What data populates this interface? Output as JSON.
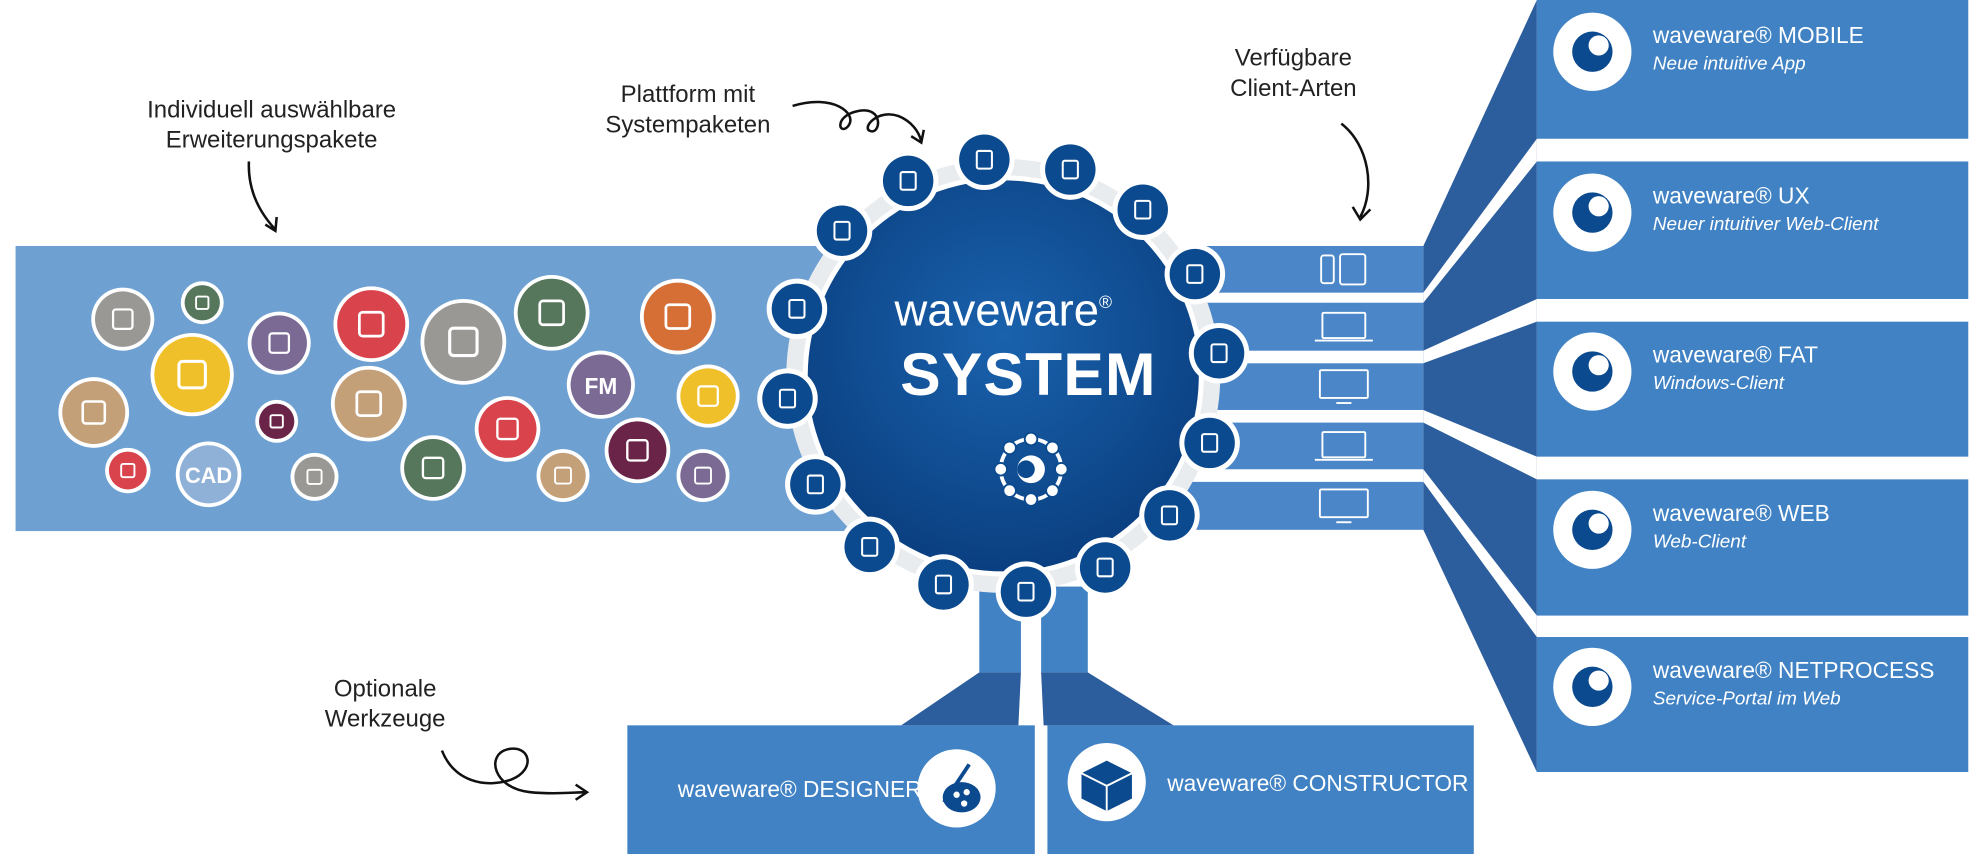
{
  "annotations": {
    "extensions": [
      "Individuell auswählbare",
      "Erweiterungspakete"
    ],
    "platform": [
      "Plattform mit",
      "Systempaketen"
    ],
    "clients": [
      "Verfügbare",
      "Client-Arten"
    ],
    "tools": [
      "Optionale",
      "Werkzeuge"
    ]
  },
  "center": {
    "brand": "waveware",
    "reg": "®",
    "title": "SYSTEM"
  },
  "clients": [
    {
      "title": "waveware® MOBILE",
      "subtitle": "Neue intuitive App",
      "icon": "wave-app-icon"
    },
    {
      "title": "waveware® UX",
      "subtitle": "Neuer intuitiver Web-Client",
      "icon": "ux-logo-icon"
    },
    {
      "title": "waveware® FAT",
      "subtitle": "Windows-Client",
      "icon": "windows-app-icon"
    },
    {
      "title": "waveware® WEB",
      "subtitle": "Web-Client",
      "icon": "globe-icon"
    },
    {
      "title": "waveware® NETPROCESS",
      "subtitle": "Service-Portal im Web",
      "icon": "netprocess-logo-icon"
    }
  ],
  "tools": [
    {
      "title": "waveware® DESIGNER",
      "icon": "brush-palette-icon"
    },
    {
      "title": "waveware® CONSTRUCTOR",
      "icon": "building-block-icon"
    }
  ],
  "device_rows": [
    "tablet-phone-icon",
    "laptop-icon",
    "monitor-icon",
    "laptop-icon",
    "monitor-icon"
  ],
  "system_packages": [
    "documents",
    "users-group",
    "bar-chart",
    "database-import",
    "database-export",
    "document-lock",
    "bookmark",
    "inbox",
    "calendar",
    "book",
    "list-document",
    "windows-stack",
    "lock",
    "people",
    "mobile-device",
    "id-card"
  ],
  "extension_packages": [
    {
      "icon": "tools-icon",
      "color": "#9a9894"
    },
    {
      "icon": "drill-icon",
      "color": "#56775b"
    },
    {
      "icon": "wallet-icon",
      "color": "#f0c02a"
    },
    {
      "icon": "gauge-icon",
      "color": "#7b6b94"
    },
    {
      "icon": "electric-hazard-icon",
      "color": "#d9434c"
    },
    {
      "icon": "person-check-icon",
      "color": "#9a9894"
    },
    {
      "icon": "overlap-squares-icon",
      "color": "#56775b"
    },
    {
      "icon": "truck-icon",
      "color": "#d56f36"
    },
    {
      "icon": "meter-icon",
      "color": "#c4a079"
    },
    {
      "icon": "compass-icon",
      "color": "#6a2447"
    },
    {
      "icon": "spring-icon",
      "color": "#c4a079"
    },
    {
      "icon": "fm-icon",
      "color": "#7b6b94",
      "label": "FM"
    },
    {
      "icon": "lightning-icon",
      "color": "#f0c02a"
    },
    {
      "icon": "fire-icon",
      "color": "#d9434c"
    },
    {
      "icon": "cad-file-icon",
      "color": "#8fb1d8",
      "label": "CAD"
    },
    {
      "icon": "presentation-icon",
      "color": "#9a9894"
    },
    {
      "icon": "helmet-icon",
      "color": "#56775b"
    },
    {
      "icon": "grid-plan-icon",
      "color": "#d9434c"
    },
    {
      "icon": "pulse-icon",
      "color": "#6a2447"
    },
    {
      "icon": "arrows-swap-icon",
      "color": "#c4a079"
    },
    {
      "icon": "redirect-arrow-icon",
      "color": "#7b6b94"
    }
  ],
  "colors": {
    "band": "#6ea1d2",
    "box": "#4082c4",
    "dark": "#2c5d9c",
    "navy": "#0b4a8e"
  }
}
